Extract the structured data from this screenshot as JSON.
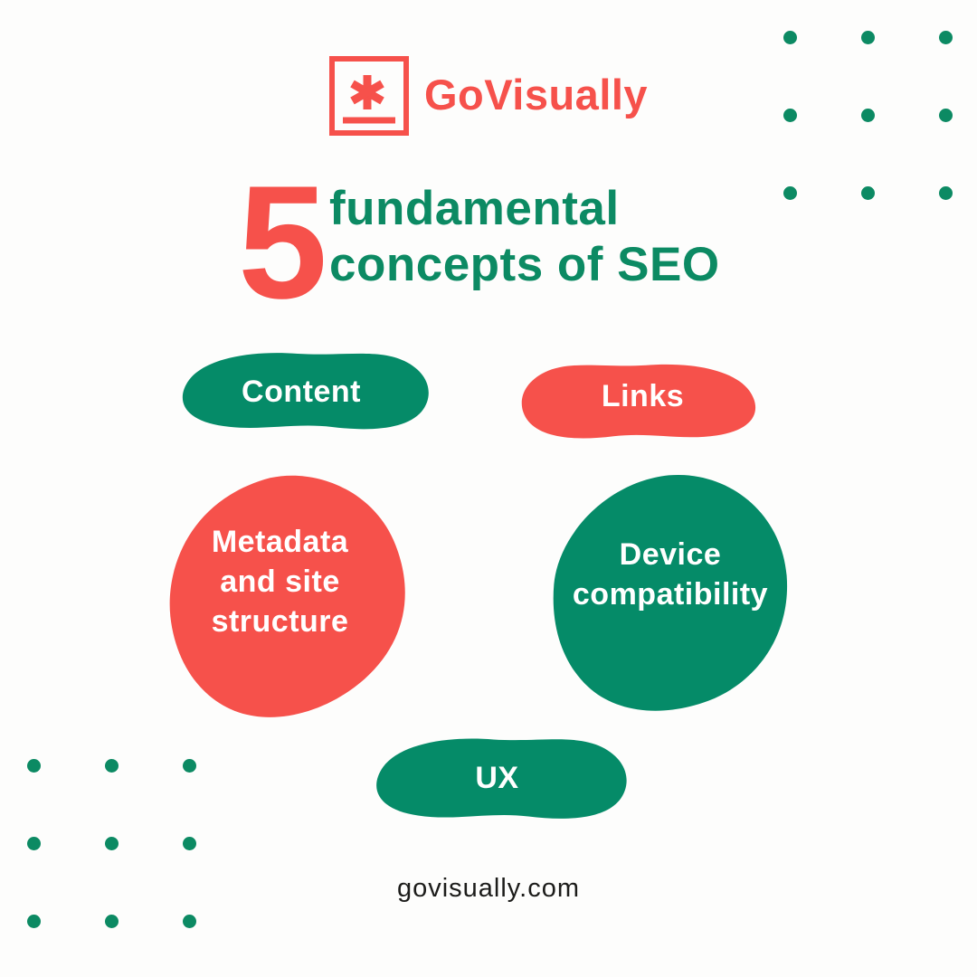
{
  "colors": {
    "red": "#F6514B",
    "green": "#0C8A63",
    "blob_green": "#058B68",
    "background": "#FDFDFC",
    "footer_text": "#1C1C1A",
    "white": "#FFFFFF"
  },
  "logo": {
    "brand": "GoVisually",
    "mark_icon": "asterisk-square-icon"
  },
  "title": {
    "number": "5",
    "line1": "fundamental",
    "line2": "concepts of SEO"
  },
  "concepts": [
    {
      "id": "content",
      "label": "Content",
      "blob_color": "green"
    },
    {
      "id": "links",
      "label": "Links",
      "blob_color": "red"
    },
    {
      "id": "metadata",
      "label": "Metadata and site structure",
      "lines": [
        "Metadata",
        "and site",
        "structure"
      ],
      "blob_color": "red"
    },
    {
      "id": "device",
      "label": "Device compatibility",
      "lines": [
        "Device",
        "compatibility"
      ],
      "blob_color": "green"
    },
    {
      "id": "ux",
      "label": "UX",
      "blob_color": "green"
    }
  ],
  "footer": {
    "website": "govisually.com"
  },
  "decor": {
    "dot_grids": [
      {
        "position": "top-right",
        "rows": 3,
        "cols": 3
      },
      {
        "position": "bottom-left",
        "rows": 3,
        "cols": 3
      }
    ]
  }
}
